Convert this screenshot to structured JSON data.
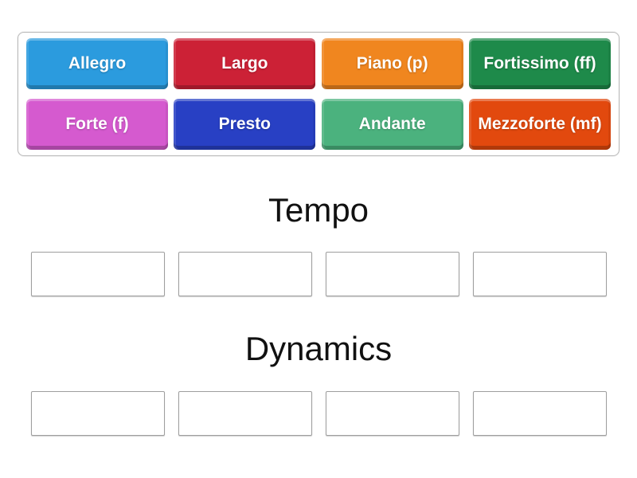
{
  "tiles": [
    {
      "label": "Allegro",
      "color": "#2B9BDE"
    },
    {
      "label": "Largo",
      "color": "#CC2136"
    },
    {
      "label": "Piano (p)",
      "color": "#F0861F"
    },
    {
      "label": "Fortissimo (ff)",
      "color": "#1E8A4A"
    },
    {
      "label": "Forte (f)",
      "color": "#D55ACF"
    },
    {
      "label": "Presto",
      "color": "#2840C4"
    },
    {
      "label": "Andante",
      "color": "#4BB27E"
    },
    {
      "label": "Mezzoforte (mf)",
      "color": "#E2490E"
    }
  ],
  "groups": [
    {
      "title": "Tempo",
      "slot_count": 4
    },
    {
      "title": "Dynamics",
      "slot_count": 4
    }
  ]
}
